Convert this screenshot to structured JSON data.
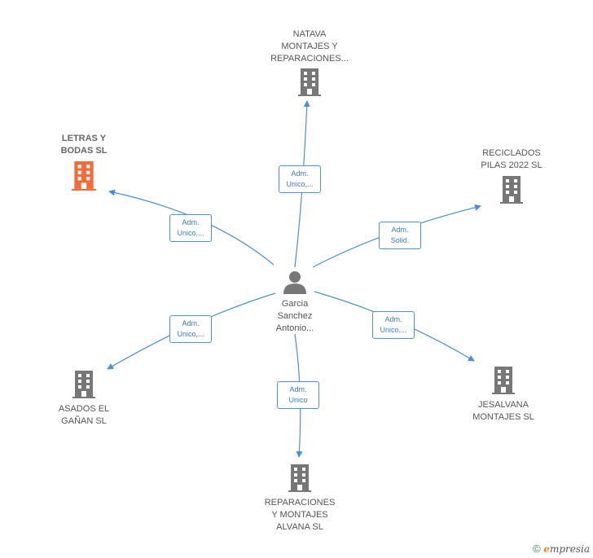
{
  "center": {
    "label": "Garcia\nSanchez\nAntonio..."
  },
  "companies": {
    "natava": {
      "label": "NATAVA\nMONTAJES Y\nREPARACIONES..."
    },
    "letras": {
      "label": "LETRAS Y\nBODAS  SL"
    },
    "reciclados": {
      "label": "RECICLADOS\nPILAS 2022  SL"
    },
    "asados": {
      "label": "ASADOS EL\nGAÑAN  SL"
    },
    "jesalvana": {
      "label": "JESALVANA\nMONTAJES  SL"
    },
    "reparaciones": {
      "label": "REPARACIONES\nY MONTAJES\nALVANA  SL"
    }
  },
  "roles": {
    "natava": "Adm.\nUnico,...",
    "letras": "Adm.\nUnico,...",
    "reciclados": "Adm.\nSolid.",
    "asados": "Adm.\nUnico,...",
    "jesalvana": "Adm.\nUnico,...",
    "reparaciones": "Adm.\nUnico"
  },
  "colors": {
    "focus_building": "#f26b3a",
    "building": "#777777",
    "edge": "#4a90d9"
  },
  "footer": {
    "copyright": "©",
    "brand_initial": "e",
    "brand_rest": "mpresia"
  }
}
